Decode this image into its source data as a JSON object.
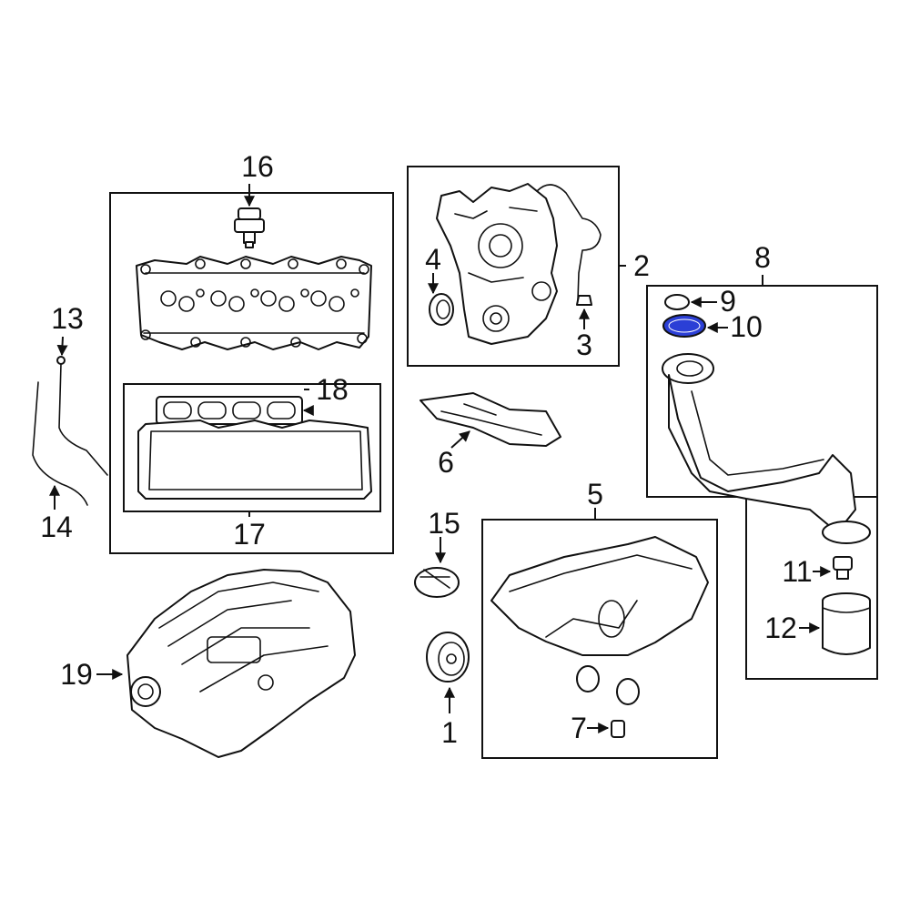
{
  "callouts": {
    "c1": "1",
    "c2": "2",
    "c3": "3",
    "c4": "4",
    "c5": "5",
    "c6": "6",
    "c7": "7",
    "c8": "8",
    "c9": "9",
    "c10": "10",
    "c11": "11",
    "c12": "12",
    "c13": "13",
    "c14": "14",
    "c15": "15",
    "c16": "16",
    "c17": "17",
    "c18": "18",
    "c19": "19"
  },
  "colors": {
    "line": "#111111",
    "highlight_fill": "#2b3fd6",
    "background": "#ffffff"
  },
  "highlighted_part": "10"
}
